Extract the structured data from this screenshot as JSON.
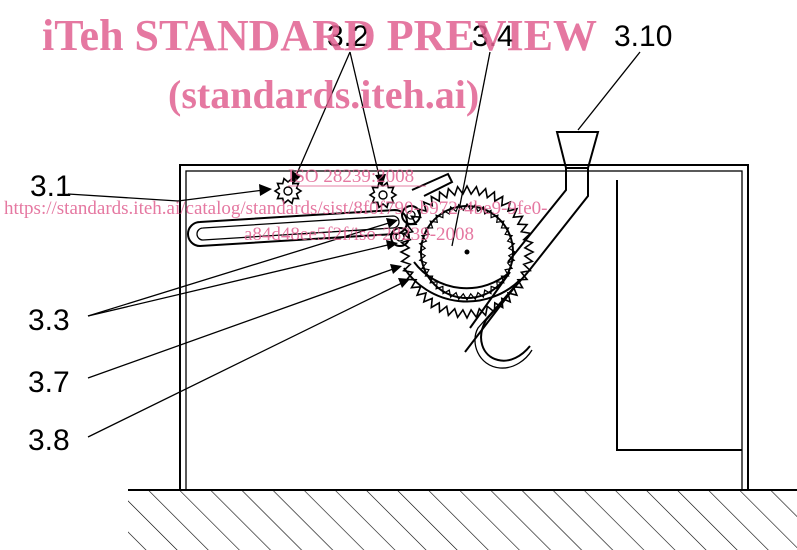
{
  "labels": {
    "l31": "3.1",
    "l32": "3.2",
    "l33": "3.3",
    "l34": "3.4",
    "l37": "3.7",
    "l38": "3.8",
    "l310": "3.10"
  },
  "watermark": {
    "title": "iTeh STANDARD PREVIEW",
    "subtitle": "(standards.iteh.ai)",
    "iso": "ISO 28239:2008",
    "url1": "https://standards.iteh.ai/catalog/standards/sist/8f0f790-b972-4be9-9fe0-",
    "url2": "a84d48ee5f2f/iso-28239-2008"
  }
}
